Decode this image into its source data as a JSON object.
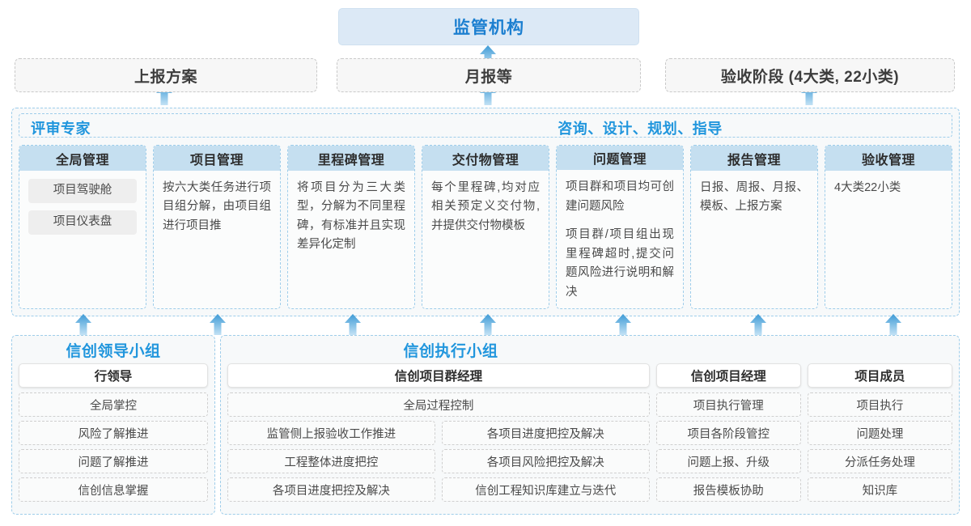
{
  "top": {
    "regulator": "监管机构",
    "boxes": [
      {
        "label": "上报方案"
      },
      {
        "label": "月报等"
      },
      {
        "label": "验收阶段 (4大类, 22小类)"
      }
    ]
  },
  "middle": {
    "header_left": "评审专家",
    "header_center": "咨询、设计、规划、指导",
    "columns": [
      {
        "title": "全局管理",
        "chips": [
          "项目驾驶舱",
          "项目仪表盘"
        ],
        "paragraphs": []
      },
      {
        "title": "项目管理",
        "chips": [],
        "paragraphs": [
          "按六大类任务进行项目组分解，由项目组进行项目推"
        ]
      },
      {
        "title": "里程碑管理",
        "chips": [],
        "paragraphs": [
          "将项目分为三大类型，分解为不同里程碑，有标准并且实现差异化定制"
        ]
      },
      {
        "title": "交付物管理",
        "chips": [],
        "paragraphs": [
          "每个里程碑,均对应相关预定义交付物,并提供交付物模板"
        ]
      },
      {
        "title": "问题管理",
        "chips": [],
        "paragraphs": [
          "项目群和项目均可创建问题风险",
          "项目群/项目组出现里程碑超时,提交问题风险进行说明和解决"
        ]
      },
      {
        "title": "报告管理",
        "chips": [],
        "paragraphs": [
          "日报、周报、月报、模板、上报方案"
        ]
      },
      {
        "title": "验收管理",
        "chips": [],
        "paragraphs": [
          "4大类22小类"
        ]
      }
    ]
  },
  "bottom": {
    "left_group": {
      "title": "信创领导小组",
      "role": "行领导",
      "tasks": [
        "全局掌控",
        "风险了解推进",
        "问题了解推进",
        "信创信息掌握"
      ]
    },
    "right_group": {
      "title": "信创执行小组",
      "program_manager": {
        "role": "信创项目群经理",
        "wide_task": "全局过程控制",
        "left_tasks": [
          "监管侧上报验收工作推进",
          "工程整体进度把控",
          "各项目进度把控及解决"
        ],
        "right_tasks": [
          "各项目进度把控及解决",
          "各项目风险把控及解决",
          "信创工程知识库建立与迭代"
        ]
      },
      "project_manager": {
        "role": "信创项目经理",
        "tasks": [
          "项目执行管理",
          "项目各阶段管控",
          "问题上报、升级",
          "报告模板协助"
        ]
      },
      "member": {
        "role": "项目成员",
        "tasks": [
          "项目执行",
          "问题处理",
          "分派任务处理",
          "知识库"
        ]
      }
    }
  },
  "colors": {
    "accent": "#2196dd",
    "regulator_bg": "#dce9f6",
    "column_head_bg": "#c5dff0",
    "arrow_top": "#3e9bd6",
    "arrow_bottom": "#b9ddf2"
  },
  "icons": {
    "arrow": "arrow-up-icon"
  }
}
